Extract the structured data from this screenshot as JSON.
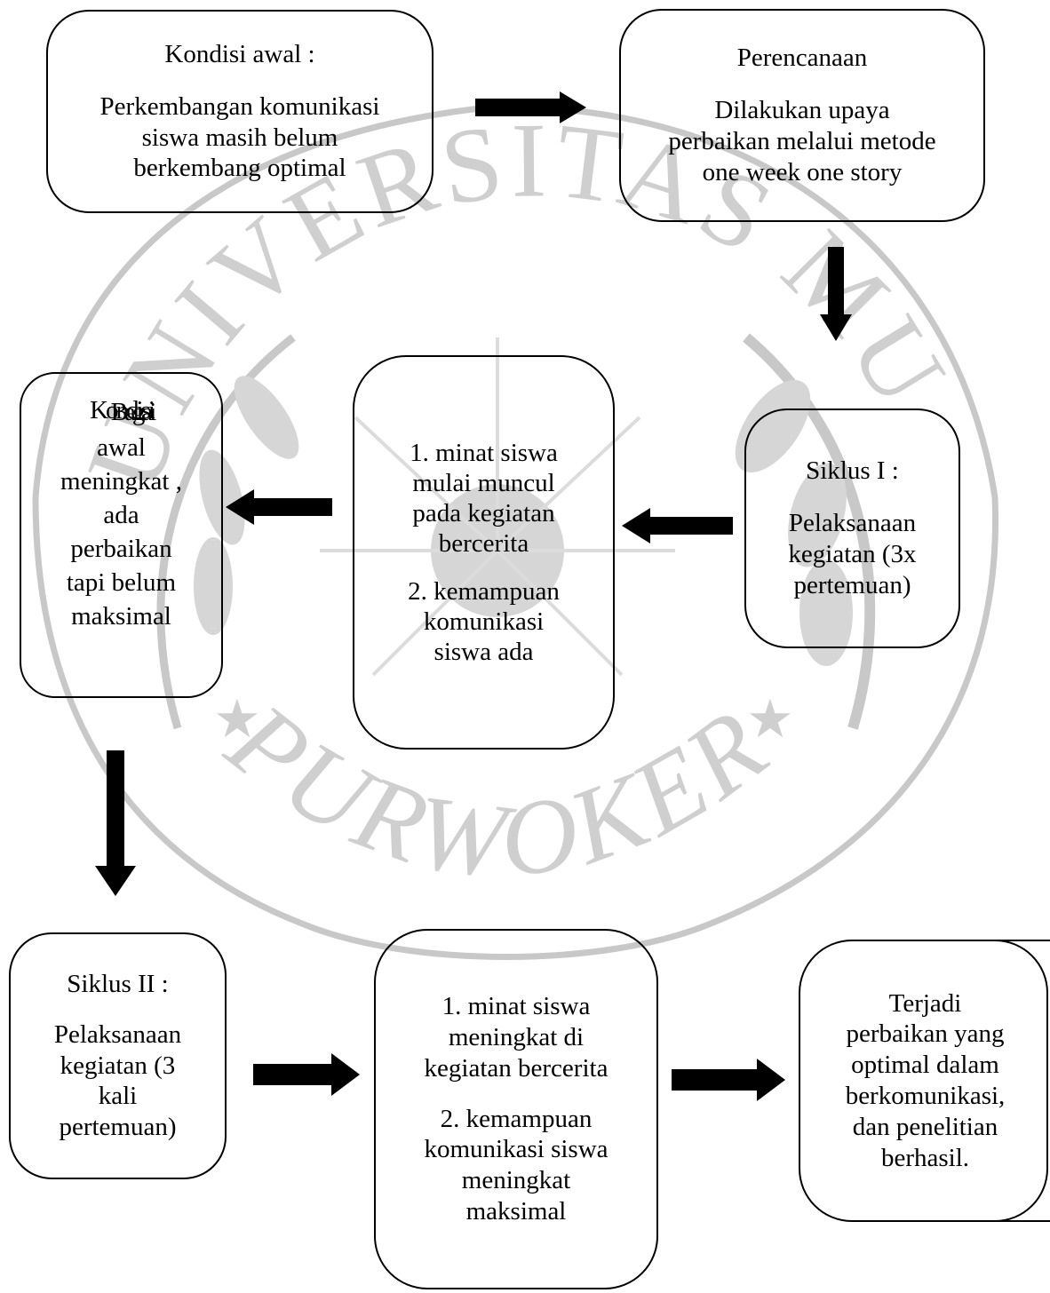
{
  "watermark": {
    "top_text": "UNIVERSITAS MUHAMMADIYAH",
    "bottom_text": "PURWOKERTO",
    "color": "#9a9a9a"
  },
  "boxes": {
    "kondisi_awal": {
      "title": "Kondisi awal :",
      "body": [
        "Perkembangan komunikasi",
        "siswa masih belum",
        "berkembang optimal"
      ]
    },
    "perencanaan": {
      "title": "Perencanaan",
      "body": [
        "Dilakukan upaya",
        "perbaikan melalui metode",
        "one week one story"
      ]
    },
    "siklus_1": {
      "title": "Siklus I :",
      "body": [
        "Pelaksanaan",
        "kegiatan (3x",
        "pertemuan)"
      ]
    },
    "hasil_siklus_1": {
      "item1": [
        "1. minat siswa",
        "mulai muncul",
        "pada kegiatan",
        "bercerita"
      ],
      "item2": [
        "2. kemampuan",
        "komunikasi",
        "siswa ada"
      ]
    },
    "refleksi_1": {
      "overlap_a": "Kondisi",
      "overlap_b": "Bagai",
      "body": [
        "awal",
        "meningkat ,",
        "ada",
        "perbaikan",
        "tapi belum",
        "maksimal"
      ]
    },
    "siklus_2": {
      "title": "Siklus II :",
      "body": [
        "Pelaksanaan",
        "kegiatan (3",
        "kali",
        "pertemuan)"
      ]
    },
    "hasil_siklus_2": {
      "item1": [
        "1. minat siswa",
        "meningkat di",
        "kegiatan bercerita"
      ],
      "item2": [
        "2. kemampuan",
        "komunikasi siswa",
        "meningkat",
        "maksimal"
      ]
    },
    "kesimpulan": {
      "body": [
        "Terjadi",
        "perbaikan yang",
        "optimal dalam",
        "berkomunikasi,",
        "dan penelitian",
        "berhasil."
      ]
    }
  },
  "colors": {
    "arrow": "#000000",
    "border": "#000000"
  }
}
